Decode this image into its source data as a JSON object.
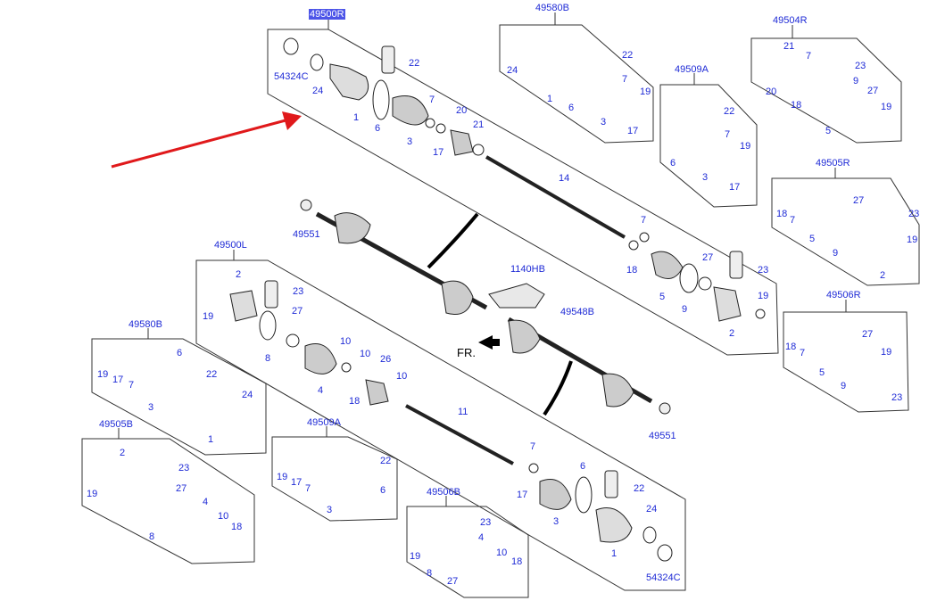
{
  "accent_color": "#1f2bd6",
  "highlight_color": "#4d55e8",
  "arrow_color": "#e0191b",
  "groups": [
    {
      "code": "49500R",
      "highlighted": true
    },
    {
      "code": "49580B"
    },
    {
      "code": "49504R"
    },
    {
      "code": "49509A"
    },
    {
      "code": "49505R"
    },
    {
      "code": "49506R"
    },
    {
      "code": "49500L"
    },
    {
      "code": "49580B"
    },
    {
      "code": "49505B"
    },
    {
      "code": "49509A"
    },
    {
      "code": "49506B"
    }
  ],
  "callouts": {
    "g0": [
      "54324C",
      "24",
      "1",
      "6",
      "3",
      "22",
      "7",
      "17",
      "20",
      "21",
      "14",
      "7",
      "18",
      "5",
      "27",
      "9",
      "23",
      "19",
      "2"
    ],
    "g1": [
      "24",
      "1",
      "6",
      "3",
      "22",
      "7",
      "19",
      "17"
    ],
    "g2": [
      "21",
      "20",
      "7",
      "23",
      "18",
      "5",
      "9",
      "27",
      "19"
    ],
    "g3": [
      "22",
      "6",
      "3",
      "7",
      "19",
      "17"
    ],
    "g4": [
      "18",
      "7",
      "5",
      "27",
      "9",
      "23",
      "19",
      "2"
    ],
    "g5": [
      "18",
      "7",
      "5",
      "27",
      "9",
      "19",
      "23"
    ],
    "g6": [
      "2",
      "19",
      "23",
      "27",
      "8",
      "10",
      "4",
      "10",
      "26",
      "18",
      "10",
      "11",
      "7",
      "17",
      "6",
      "3",
      "22",
      "24",
      "1",
      "54324C"
    ],
    "g7": [
      "6",
      "19",
      "17",
      "7",
      "3",
      "22",
      "24",
      "1"
    ],
    "g8": [
      "2",
      "19",
      "23",
      "27",
      "8",
      "4",
      "10",
      "18"
    ],
    "g9": [
      "22",
      "19",
      "17",
      "7",
      "3",
      "6"
    ],
    "g10": [
      "23",
      "4",
      "19",
      "8",
      "10",
      "27",
      "18"
    ],
    "center": [
      "49551",
      "1140HB",
      "49548B",
      "49551"
    ]
  },
  "fr_label": "FR.",
  "icons": {
    "pointer": "red-arrow-icon",
    "front": "front-direction-arrow-icon"
  }
}
